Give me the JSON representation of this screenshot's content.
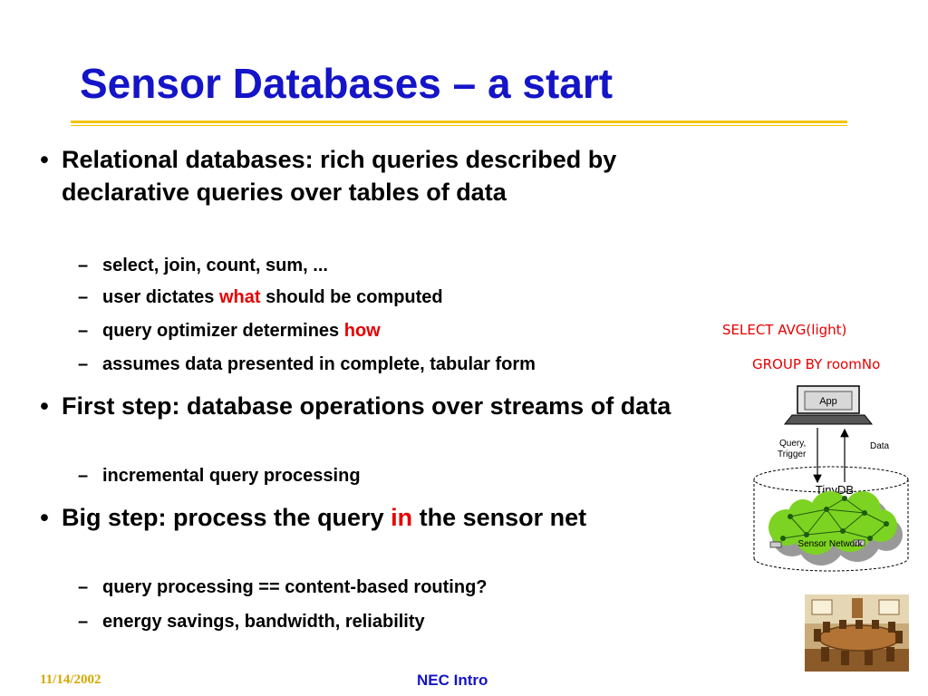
{
  "slide": {
    "title": "Sensor Databases – a start",
    "bullets": [
      {
        "marker": "•",
        "text": "Relational databases: rich queries described by declarative queries over tables of data",
        "subs": [
          {
            "marker": "–",
            "parts": [
              "select, join, count, sum, ..."
            ]
          },
          {
            "marker": "–",
            "parts": [
              "user dictates ",
              "what",
              " should be computed"
            ]
          },
          {
            "marker": "–",
            "parts": [
              "query optimizer determines ",
              "how"
            ]
          },
          {
            "marker": "–",
            "parts": [
              "assumes data presented in complete, tabular form"
            ]
          }
        ]
      },
      {
        "marker": "•",
        "text": "First step: database operations over streams of data",
        "subs": [
          {
            "marker": "–",
            "parts": [
              "incremental query processing"
            ]
          }
        ]
      },
      {
        "marker": "•",
        "parts": [
          "Big step: process the query ",
          "in",
          " the sensor net"
        ],
        "subs": [
          {
            "marker": "–",
            "parts": [
              "query processing == content-based routing?"
            ]
          },
          {
            "marker": "–",
            "parts": [
              "energy savings, bandwidth, reliability"
            ]
          }
        ]
      }
    ]
  },
  "sql": {
    "line1": "SELECT AVG(light)",
    "line2": "GROUP BY roomNo"
  },
  "diagram": {
    "app_label": "App",
    "query_label_1": "Query,",
    "query_label_2": "Trigger",
    "data_label": "Data",
    "db_label": "TinyDB",
    "network_label": "Sensor Network"
  },
  "footer": {
    "date": "11/14/2002",
    "center": "NEC Intro"
  },
  "colors": {
    "title": "#1414c8",
    "accent_rule": "#f2c400",
    "highlight": "#e60000",
    "footer_date": "#d4a800",
    "network": "#7dd321"
  },
  "icons": [
    "laptop-icon",
    "conference-room-photo"
  ]
}
